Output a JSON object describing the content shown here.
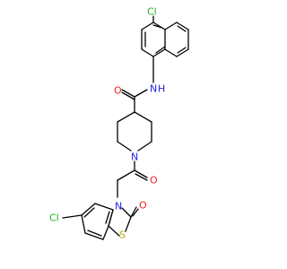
{
  "colors": {
    "bond": "#000000",
    "carbon": "#000000",
    "chlorine": "#1fb11f",
    "nitrogen": "#2222dd",
    "oxygen": "#ee2222",
    "sulfur": "#b7a800"
  },
  "atoms": {
    "cl_naphthyl": "Cl",
    "n_amide": "N",
    "h_amide": "H",
    "o_amide": "O",
    "n_piperidine": "N",
    "o_acyl": "O",
    "n_benzothiazolone": "N",
    "o_benzothiazolone": "O",
    "s_benzothiazolone": "S",
    "cl_benzo": "Cl"
  }
}
